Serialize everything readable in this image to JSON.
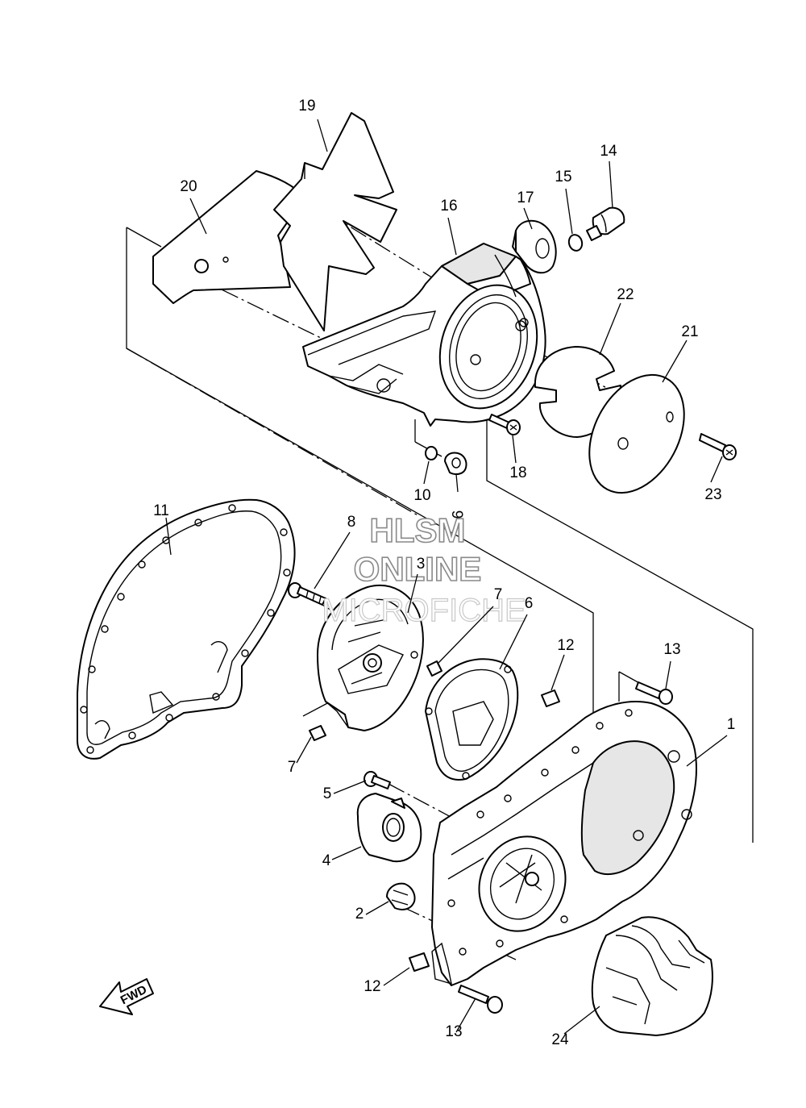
{
  "callouts": {
    "c1": "1",
    "c2": "2",
    "c3": "3",
    "c4": "4",
    "c5": "5",
    "c6": "6",
    "c7a": "7",
    "c7b": "7",
    "c8": "8",
    "c9": "9",
    "c10": "10",
    "c11": "11",
    "c12a": "12",
    "c12b": "12",
    "c13a": "13",
    "c13b": "13",
    "c14": "14",
    "c15": "15",
    "c16": "16",
    "c17": "17",
    "c18": "18",
    "c19": "19",
    "c20": "20",
    "c21": "21",
    "c22": "22",
    "c23": "23",
    "c24": "24"
  },
  "watermark": {
    "line1": "HLSM",
    "line2": "ONLINE",
    "line3": "MICROFICHE"
  },
  "fwd_label": "FWD"
}
